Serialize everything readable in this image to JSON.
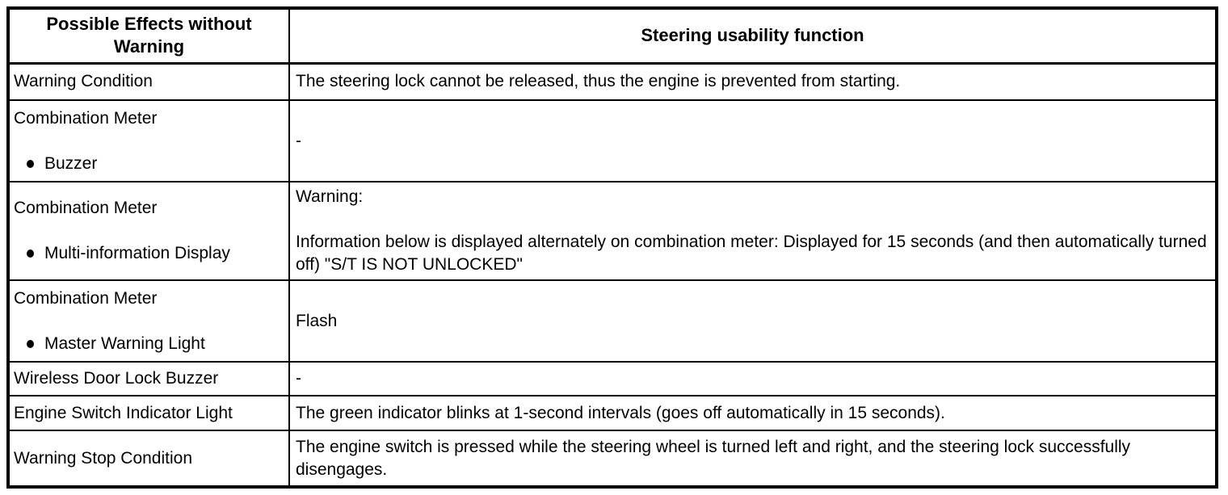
{
  "colors": {
    "border": "#000000",
    "text": "#000000",
    "background": "#ffffff"
  },
  "table": {
    "headers": {
      "effects": "Possible Effects without Warning",
      "function": "Steering usability function"
    },
    "rows": [
      {
        "label": "Warning Condition",
        "value": "The steering lock cannot be released, thus the engine is prevented from starting."
      },
      {
        "label": "Combination Meter",
        "bullet": "Buzzer",
        "value": "-"
      },
      {
        "label": "Combination Meter",
        "bullet": "Multi-information Display",
        "value_heading": "Warning:",
        "value": "Information below is displayed alternately on combination meter: Displayed for 15 seconds (and then automatically turned off) \"S/T IS NOT UNLOCKED\""
      },
      {
        "label": "Combination Meter",
        "bullet": "Master Warning Light",
        "value": "Flash"
      },
      {
        "label": "Wireless Door Lock Buzzer",
        "value": "-"
      },
      {
        "label": "Engine Switch Indicator Light",
        "value": "The green indicator blinks at 1-second intervals (goes off automatically in 15 seconds)."
      },
      {
        "label": "Warning Stop Condition",
        "value": "The engine switch is pressed while the steering wheel is turned left and right, and the steering lock successfully disengages."
      }
    ]
  }
}
